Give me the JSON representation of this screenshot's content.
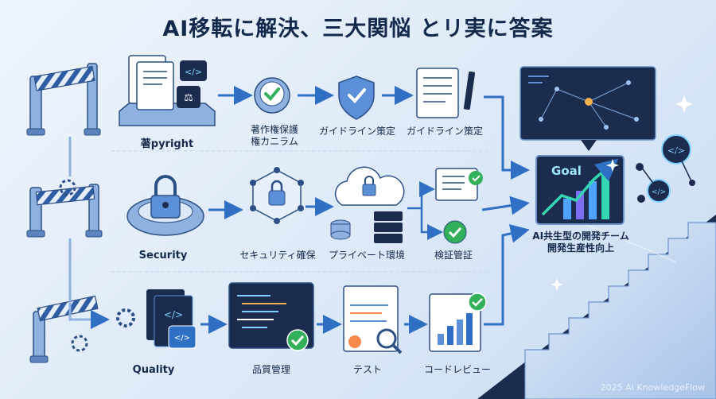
{
  "title": "AI移転に解決、三大関悩 とリ実に答案",
  "rows": [
    {
      "label": "著pyright",
      "steps": [
        {
          "label": "著作権保護\n権カニラム"
        },
        {
          "label": "ガイドライン策定"
        },
        {
          "label": "ガイドライン策定"
        }
      ]
    },
    {
      "label": "Security",
      "steps": [
        {
          "label": "セキュリティ確保"
        },
        {
          "label": "プライベート環境"
        },
        {
          "label": "検証管証"
        }
      ]
    },
    {
      "label": "Quality",
      "steps": [
        {
          "label": "品質管理"
        },
        {
          "label": "テスト"
        },
        {
          "label": "コードレビュー"
        }
      ]
    }
  ],
  "goal": {
    "badge": "Goal",
    "caption": "AI共生型の開発チーム\n開発生産性向上"
  },
  "code_glyph": "</>",
  "footer": "2025 AI KnowledgeFlow",
  "colors": {
    "navy": "#13294b",
    "blue": "#2f6fc4",
    "light_blue": "#a9c6ec",
    "green": "#33b05a",
    "screen": "#1b2c4f"
  }
}
